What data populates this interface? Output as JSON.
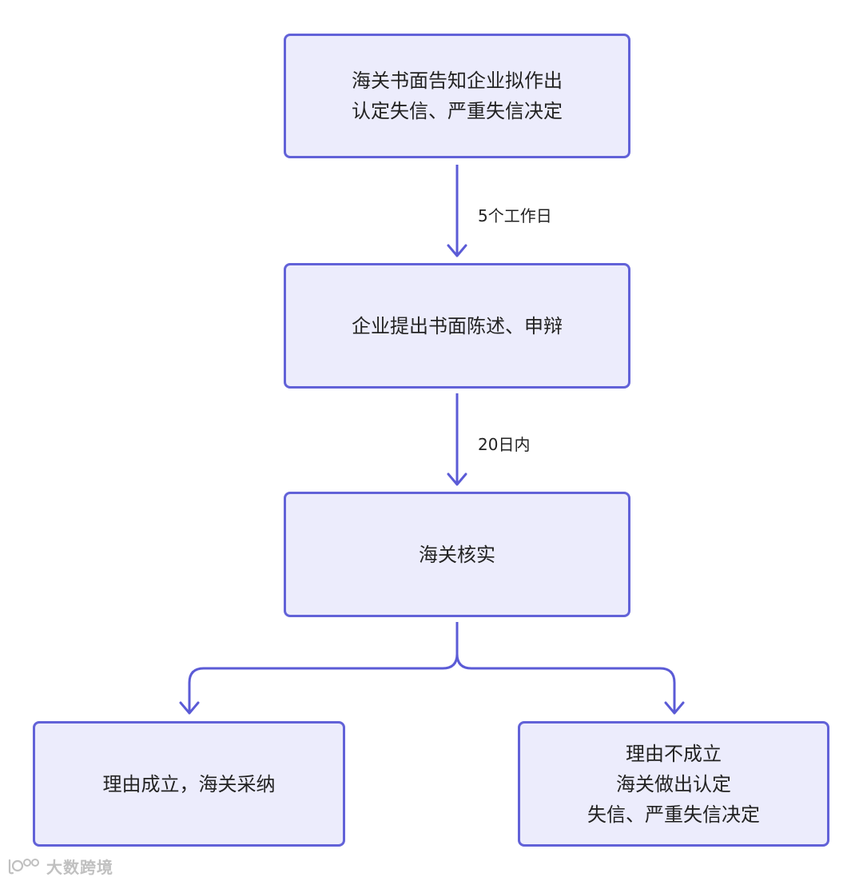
{
  "colors": {
    "node_fill": "#ececfc",
    "node_border": "#6262d8",
    "edge": "#5b5bd6",
    "text": "#222222"
  },
  "nodes": {
    "notify": {
      "lines": [
        "海关书面告知企业拟作出",
        "认定失信、严重失信决定"
      ]
    },
    "statement": {
      "lines": [
        "企业提出书面陈述、申辩"
      ]
    },
    "verify": {
      "lines": [
        "海关核实"
      ]
    },
    "accepted": {
      "lines": [
        "理由成立，海关采纳"
      ]
    },
    "rejected": {
      "lines": [
        "理由不成立",
        "海关做出认定",
        "失信、严重失信决定"
      ]
    }
  },
  "edges": {
    "notify_to_statement": {
      "label": "5个工作日"
    },
    "statement_to_verify": {
      "label": "20日内"
    }
  },
  "watermark": {
    "text": "大数跨境",
    "icon": "logo-icon"
  }
}
